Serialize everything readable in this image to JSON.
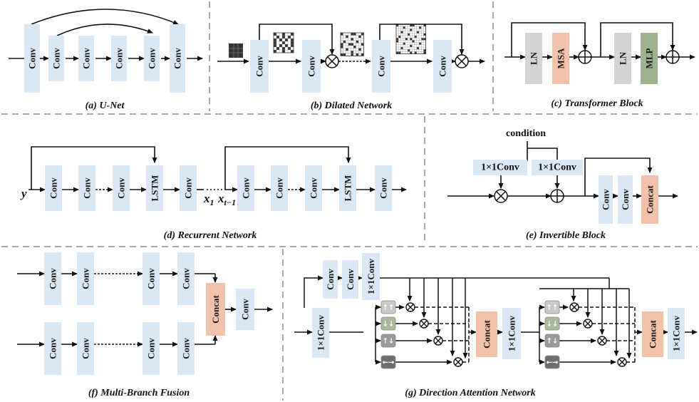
{
  "labels": {
    "conv": "Conv",
    "lstm": "LSTM",
    "ln": "LN",
    "msa": "MSA",
    "mlp": "MLP",
    "concat": "Concat",
    "conv1x1": "1×1Conv",
    "condition": "condition",
    "y": "y",
    "x1": "x",
    "x1_sub": "1",
    "xt": "x",
    "xt_sub": "t−1"
  },
  "captions": {
    "a": "(a) U-Net",
    "b": "(b) Dilated Network",
    "c": "(c) Transformer Block",
    "d": "(d) Recurrent Network",
    "e": "(e) Invertible Block",
    "f": "(f) Multi-Branch Fusion",
    "g": "(g) Direction Attention Network"
  },
  "colors": {
    "conv": "#d9e8f4",
    "concat": "#f2c2aa",
    "msa": "#f2c2aa",
    "ln": "#d4d4d4",
    "mlp": "#9db38f",
    "line": "#111111",
    "divider": "#a8a8a8"
  }
}
